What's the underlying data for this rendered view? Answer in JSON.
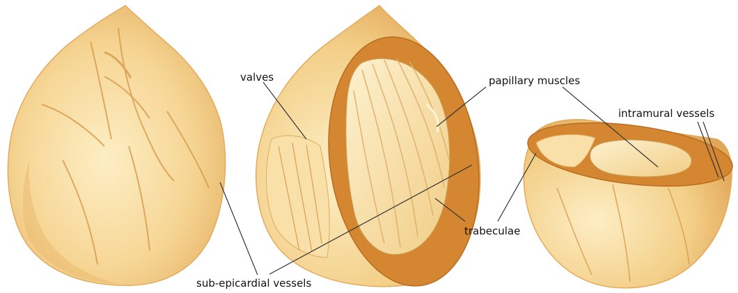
{
  "labels": {
    "valves": "valves",
    "papillary_muscles": "papillary muscles",
    "intramural_vessels": "intramural vessels",
    "trabeculae": "trabeculae",
    "sub_epicardial_vessels": "sub-epicardial vessels"
  },
  "colors": {
    "surface_light": "#fbe6b3",
    "surface_mid": "#f0c67a",
    "surface_shadow": "#d89a46",
    "cut_section": "#d58631",
    "cut_edge": "#b86c1f",
    "leader_line": "#333333"
  }
}
